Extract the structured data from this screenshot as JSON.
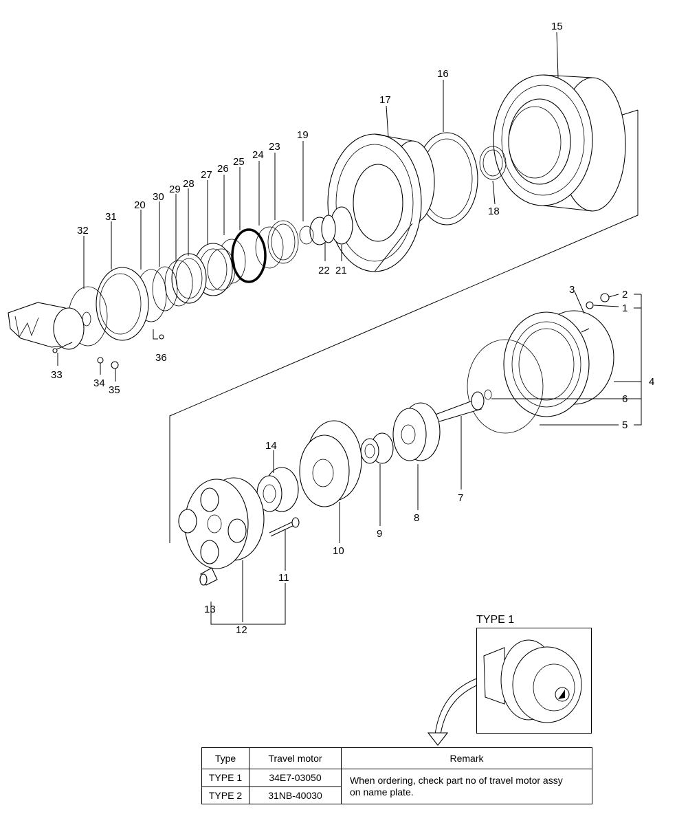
{
  "callouts": {
    "p1": "1",
    "p2": "2",
    "p3": "3",
    "p4": "4",
    "p5": "5",
    "p6": "6",
    "p7": "7",
    "p8": "8",
    "p9": "9",
    "p10": "10",
    "p11": "11",
    "p12": "12",
    "p13": "13",
    "p14": "14",
    "p15": "15",
    "p16": "16",
    "p17": "17",
    "p18": "18",
    "p19": "19",
    "p20": "20",
    "p21": "21",
    "p22": "22",
    "p23": "23",
    "p24": "24",
    "p25": "25",
    "p26": "26",
    "p27": "27",
    "p28": "28",
    "p29": "29",
    "p30": "30",
    "p31": "31",
    "p32": "32",
    "p33": "33",
    "p34": "34",
    "p35": "35",
    "p36": "36"
  },
  "type_panel": {
    "title": "TYPE 1"
  },
  "table": {
    "headers": [
      "Type",
      "Travel motor",
      "Remark"
    ],
    "rows": [
      {
        "type": "TYPE 1",
        "motor": "34E7-03050"
      },
      {
        "type": "TYPE 2",
        "motor": "31NB-40030"
      }
    ],
    "remark_line1": "When ordering, check part no of travel motor assy",
    "remark_line2": "on name plate."
  }
}
